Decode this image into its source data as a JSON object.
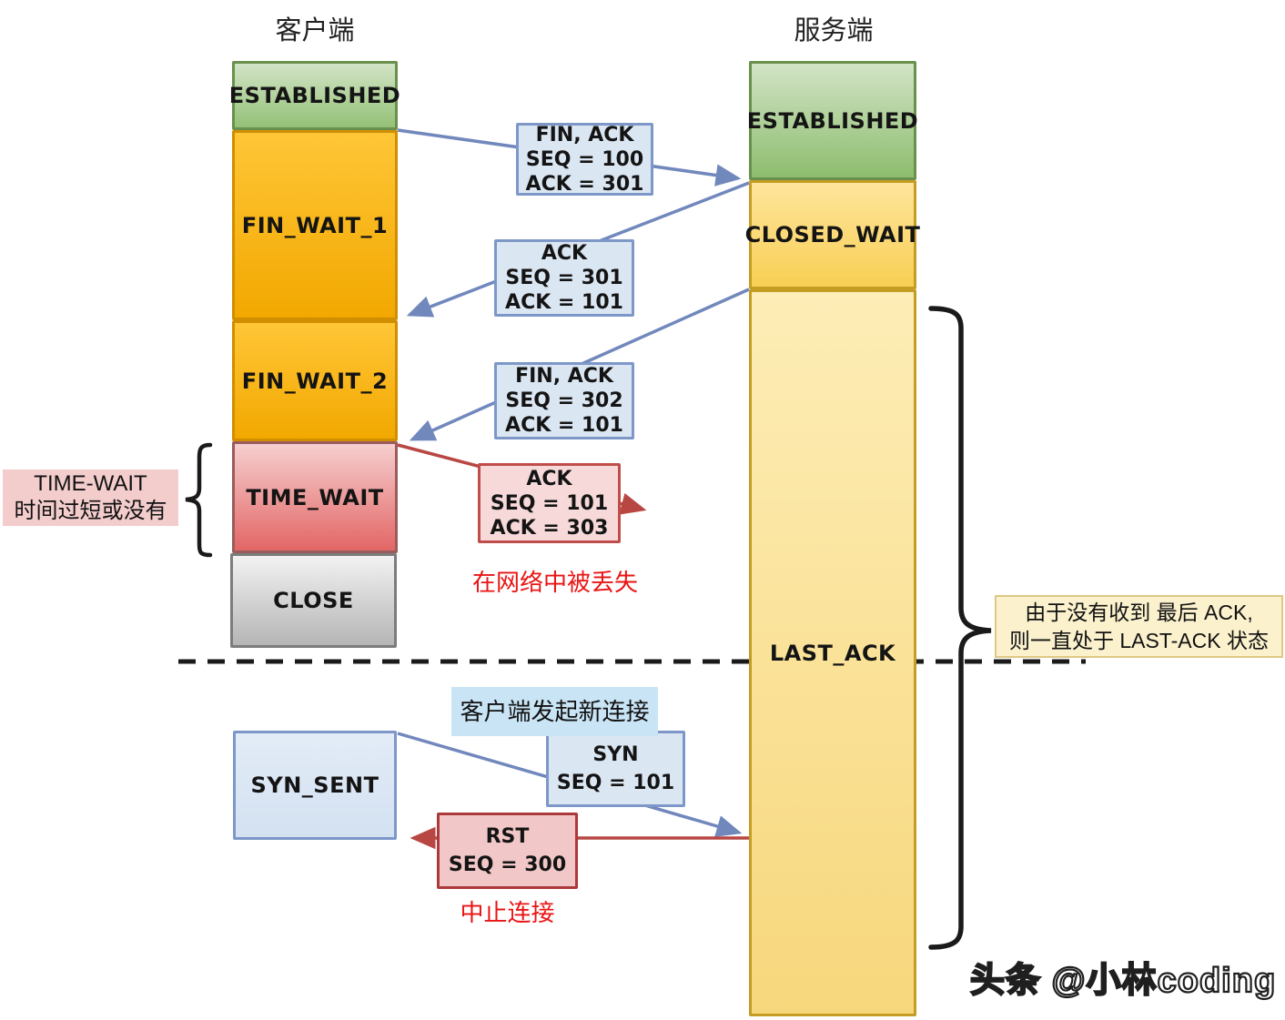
{
  "headers": {
    "client": "客户端",
    "server": "服务端"
  },
  "client_states": {
    "established": "ESTABLISHED",
    "fin_wait_1": "FIN_WAIT_1",
    "fin_wait_2": "FIN_WAIT_2",
    "time_wait": "TIME_WAIT",
    "close": "CLOSE",
    "syn_sent": "SYN_SENT"
  },
  "server_states": {
    "established": "ESTABLISHED",
    "closed_wait": "CLOSED_WAIT",
    "last_ack": "LAST_ACK"
  },
  "messages": {
    "fin_ack_1": {
      "l1": "FIN, ACK",
      "l2": "SEQ = 100",
      "l3": "ACK = 301"
    },
    "ack_1": {
      "l1": "ACK",
      "l2": "SEQ = 301",
      "l3": "ACK = 101"
    },
    "fin_ack_2": {
      "l1": "FIN, ACK",
      "l2": "SEQ = 302",
      "l3": "ACK = 101"
    },
    "ack_lost": {
      "l1": "ACK",
      "l2": "SEQ = 101",
      "l3": "ACK = 303"
    },
    "syn": {
      "l1": "SYN",
      "l2": "SEQ = 101"
    },
    "rst": {
      "l1": "RST",
      "l2": "SEQ = 300"
    }
  },
  "annotations": {
    "time_wait_note_line1": "TIME-WAIT",
    "time_wait_note_line2": "时间过短或没有",
    "lost_note": "在网络中被丢失",
    "new_connection_note": "客户端发起新连接",
    "last_ack_note_line1": "由于没有收到 最后 ACK,",
    "last_ack_note_line2": "则一直处于 LAST-ACK 状态",
    "abort_note": "中止连接"
  },
  "watermark": "头条 @小林coding",
  "colors": {
    "blue_arrow": "#7188bd",
    "red_arrow": "#b84743",
    "red_text": "#ea1414",
    "client_established_fill": "#94c177",
    "fin_wait_fill": "#f7b41a",
    "time_wait_fill": "#e98a8a",
    "close_fill": "#cccccc",
    "closed_wait_fill": "#fbda73",
    "last_ack_fill": "#f9e094",
    "message_blue_fill": "#dbe6f3",
    "message_pink_fill": "#f7d9d9",
    "brace_color": "#1a1a1a"
  }
}
